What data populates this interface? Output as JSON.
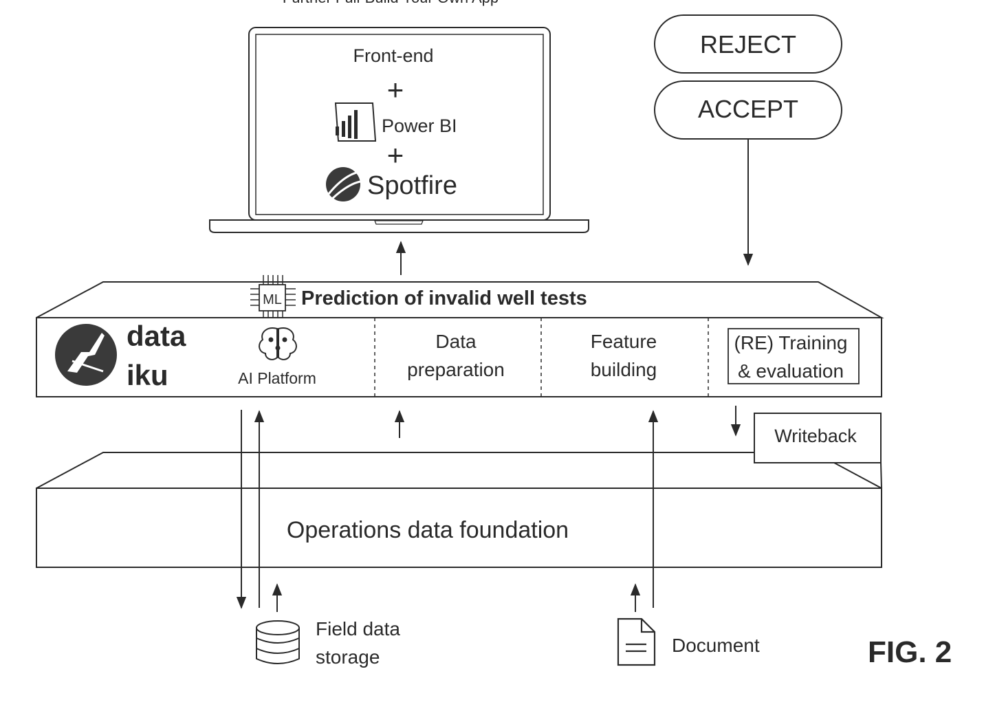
{
  "laptop": {
    "caption_partial": "Further Full-Build Your Own App",
    "line_frontend": "Front-end",
    "plus": "+",
    "powerbi": "Power BI",
    "spotfire": "Spotfire"
  },
  "decision": {
    "reject": "REJECT",
    "accept": "ACCEPT"
  },
  "platform": {
    "ml_chip": "ML",
    "title": "Prediction of invalid well tests",
    "dataiku_line1": "data",
    "dataiku_line2": "iku",
    "ai_platform": "AI Platform",
    "data_prep_line1": "Data",
    "data_prep_line2": "preparation",
    "feature_line1": "Feature",
    "feature_line2": "building",
    "training_line1": "(RE) Training",
    "training_line2": "& evaluation"
  },
  "writeback": "Writeback",
  "foundation": "Operations data foundation",
  "sources": {
    "field_line1": "Field data",
    "field_line2": "storage",
    "document": "Document"
  },
  "figure_label": "FIG. 2",
  "colors": {
    "ink": "#2a2a2a",
    "logo": "#3a3a3a",
    "bg": "#ffffff"
  }
}
